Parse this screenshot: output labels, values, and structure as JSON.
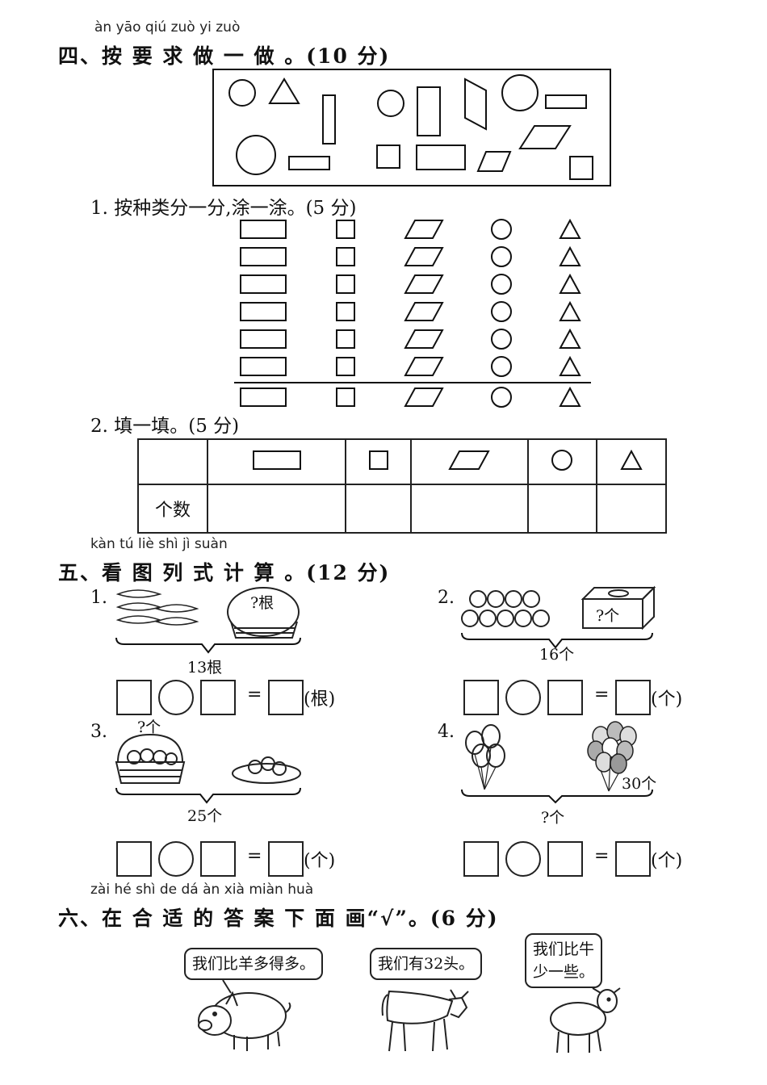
{
  "section4": {
    "pinyin": "àn yāo qiú zuò yi zuò",
    "title": "四、按 要 求 做 一 做 。(10 分)",
    "q1": "1. 按种类分一分,涂一涂。(5 分)",
    "q2": "2. 填一填。(5 分)",
    "table_row_label": "个数"
  },
  "section5": {
    "pinyin": "kàn tú liè shì jì suàn",
    "title": "五、看 图 列 式 计 算 。(12 分)",
    "problems": [
      {
        "num": "1.",
        "unknown": "?根",
        "total": "13根",
        "unit": "(根)"
      },
      {
        "num": "2.",
        "unknown": "?个",
        "total": "16个",
        "unit": "(个)"
      },
      {
        "num": "3.",
        "unknown": "?个",
        "total": "25个",
        "unit": "(个)"
      },
      {
        "num": "4.",
        "known": "30个",
        "total": "?个",
        "unit": "(个)"
      }
    ],
    "equals": "="
  },
  "section6": {
    "pinyin": "zài hé shì de dá àn xià miàn huà",
    "title": "六、在 合 适 的 答 案 下 面 画“√”。(6 分)",
    "bubbles": [
      "我们比羊多得多。",
      "我们有32头。",
      "我们比牛\n少一些。"
    ]
  }
}
